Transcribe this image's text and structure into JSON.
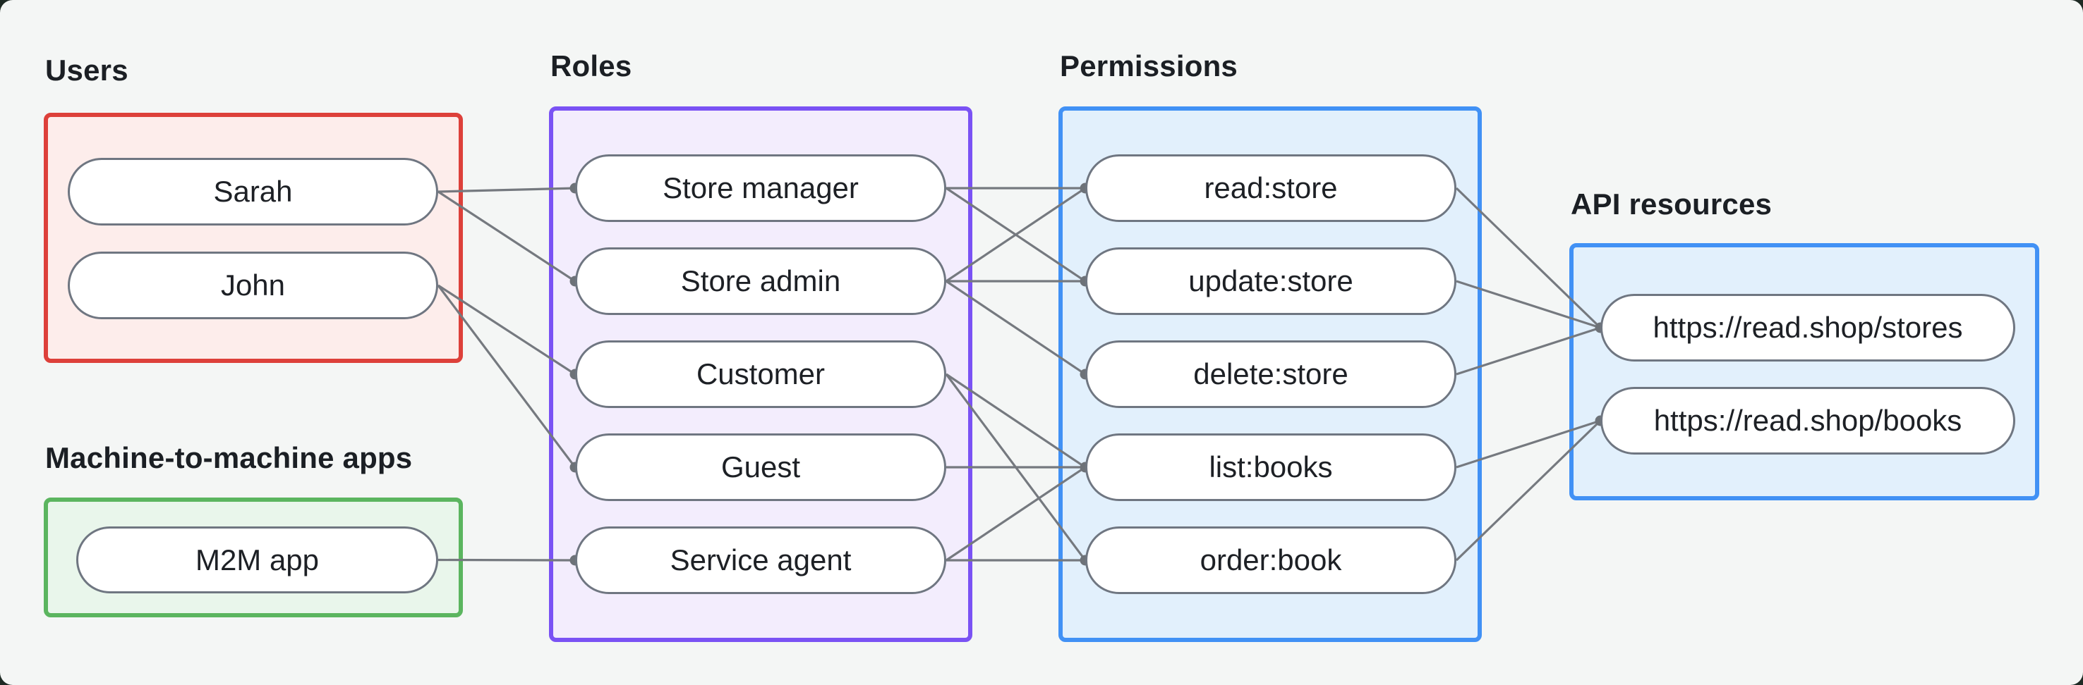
{
  "canvas": {
    "background": "#f4f6f5",
    "backdrop": "#1e2a24"
  },
  "palette": {
    "edge_line": "#75797f",
    "junction_dot": "#6d7278",
    "pill_border": "#6f7681",
    "pill_fill": "#ffffff",
    "text": "#1d2025"
  },
  "groups": [
    {
      "id": "users",
      "label": "Users",
      "border_color": "#dd403a",
      "fill_color": "#fdedeb",
      "nodes": [
        {
          "id": "sarah",
          "label": "Sarah"
        },
        {
          "id": "john",
          "label": "John"
        }
      ]
    },
    {
      "id": "m2m",
      "label": "Machine-to-machine apps",
      "border_color": "#5bb55f",
      "fill_color": "#e9f6eb",
      "nodes": [
        {
          "id": "m2m_app",
          "label": "M2M app"
        }
      ]
    },
    {
      "id": "roles",
      "label": "Roles",
      "border_color": "#7a52f4",
      "fill_color": "#f3edfd",
      "nodes": [
        {
          "id": "store_manager",
          "label": "Store manager"
        },
        {
          "id": "store_admin",
          "label": "Store admin"
        },
        {
          "id": "customer",
          "label": "Customer"
        },
        {
          "id": "guest",
          "label": "Guest"
        },
        {
          "id": "service_agent",
          "label": "Service agent"
        }
      ]
    },
    {
      "id": "permissions",
      "label": "Permissions",
      "border_color": "#4191f5",
      "fill_color": "#e2f0fc",
      "nodes": [
        {
          "id": "read_store",
          "label": "read:store"
        },
        {
          "id": "update_store",
          "label": "update:store"
        },
        {
          "id": "delete_store",
          "label": "delete:store"
        },
        {
          "id": "list_books",
          "label": "list:books"
        },
        {
          "id": "order_book",
          "label": "order:book"
        }
      ]
    },
    {
      "id": "api",
      "label": "API resources",
      "border_color": "#4191f5",
      "fill_color": "#e2f0fc",
      "nodes": [
        {
          "id": "stores",
          "label": "https://read.shop/stores"
        },
        {
          "id": "books",
          "label": "https://read.shop/books"
        }
      ]
    }
  ],
  "edges": [
    [
      "sarah",
      "store_manager"
    ],
    [
      "sarah",
      "store_admin"
    ],
    [
      "john",
      "customer"
    ],
    [
      "john",
      "guest"
    ],
    [
      "m2m_app",
      "service_agent"
    ],
    [
      "store_manager",
      "read_store"
    ],
    [
      "store_manager",
      "update_store"
    ],
    [
      "store_admin",
      "read_store"
    ],
    [
      "store_admin",
      "update_store"
    ],
    [
      "store_admin",
      "delete_store"
    ],
    [
      "customer",
      "list_books"
    ],
    [
      "customer",
      "order_book"
    ],
    [
      "guest",
      "list_books"
    ],
    [
      "service_agent",
      "list_books"
    ],
    [
      "service_agent",
      "order_book"
    ],
    [
      "read_store",
      "stores"
    ],
    [
      "update_store",
      "stores"
    ],
    [
      "delete_store",
      "stores"
    ],
    [
      "list_books",
      "books"
    ],
    [
      "order_book",
      "books"
    ]
  ]
}
